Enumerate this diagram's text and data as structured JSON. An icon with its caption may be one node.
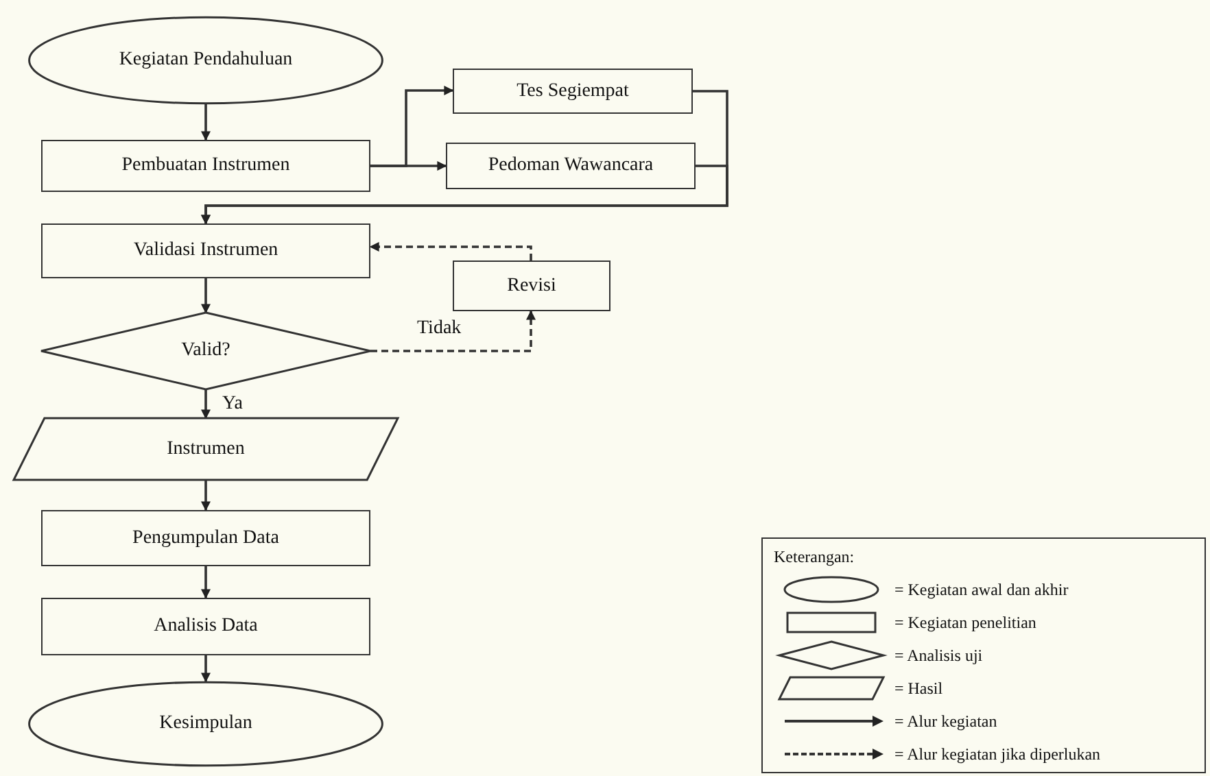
{
  "diagram": {
    "nodes": [
      {
        "text": [
          "Kegiatan Pendahuluan"
        ]
      },
      {
        "text": [
          "Pembuatan Instrumen"
        ]
      },
      {
        "text": [
          "Tes Segiempat"
        ]
      },
      {
        "text": [
          "Pedoman Wawancara"
        ]
      },
      {
        "text": [
          "Validasi Instrumen"
        ]
      },
      {
        "text": [
          "Revisi"
        ]
      },
      {
        "text": [
          "Valid?"
        ]
      },
      {
        "text": [
          "Instrumen"
        ]
      },
      {
        "text": [
          "Pengumpulan Data"
        ]
      },
      {
        "text": [
          "Analisis Data"
        ]
      },
      {
        "text": [
          "Kesimpulan"
        ]
      }
    ],
    "edges": [
      {
        "from": 0,
        "to": 1,
        "arrow": "to"
      },
      {
        "from": 1,
        "to": 2,
        "arrow": "to"
      },
      {
        "from": 1,
        "to": 3,
        "arrow": "to"
      },
      {
        "from": 2,
        "to": 4,
        "arrow": "to"
      },
      {
        "from": 3,
        "to": 4,
        "arrow": "to"
      },
      {
        "from": 4,
        "to": 6,
        "arrow": "to"
      },
      {
        "from": 6,
        "to": 5,
        "arrow": "to",
        "label": "Tidak",
        "style": "dashed"
      },
      {
        "from": 5,
        "to": 4,
        "arrow": "to",
        "style": "dashed"
      },
      {
        "from": 6,
        "to": 7,
        "arrow": "to",
        "label": "Ya"
      },
      {
        "from": 7,
        "to": 8,
        "arrow": "to"
      },
      {
        "from": 8,
        "to": 9,
        "arrow": "to"
      },
      {
        "from": 9,
        "to": 10,
        "arrow": "to"
      }
    ],
    "labels": [
      "Keterangan:"
    ],
    "legend": [
      {
        "text": "= Kegiatan awal dan akhir"
      },
      {
        "text": "= Kegiatan penelitian"
      },
      {
        "text": "= Analisis uji"
      },
      {
        "text": "= Hasil"
      },
      {
        "text": "= Alur kegiatan"
      },
      {
        "text": "= Alur kegiatan jika diperlukan"
      }
    ]
  }
}
